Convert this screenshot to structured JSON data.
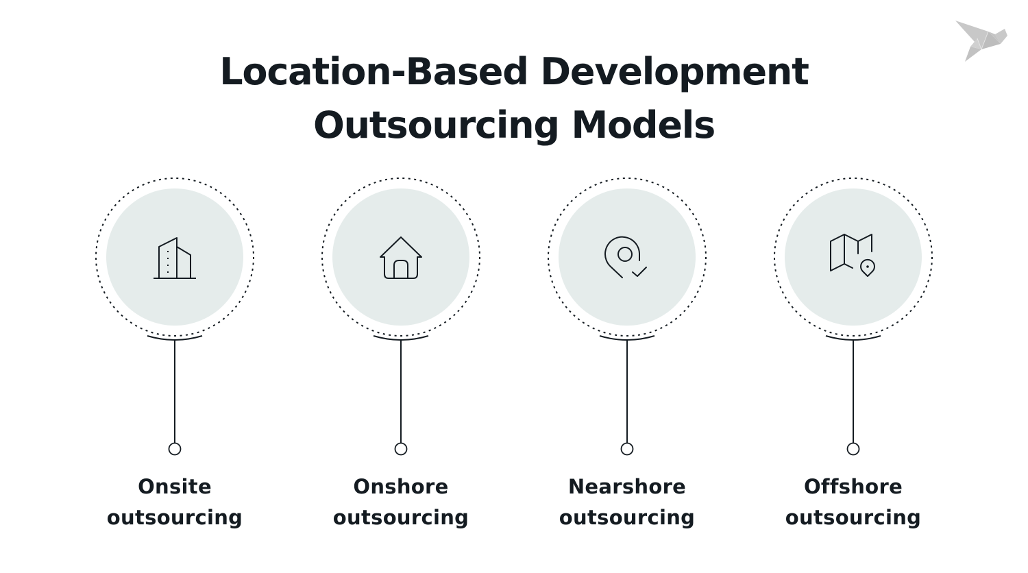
{
  "title": {
    "line1": "Location-Based Development",
    "line2": "Outsourcing Models"
  },
  "logo": {
    "icon": "origami-bird-icon",
    "color": "#c4c4c4"
  },
  "colors": {
    "text": "#141b21",
    "disk_fill": "#e5eceb",
    "stroke": "#141b21",
    "background": "#ffffff"
  },
  "models": [
    {
      "icon": "office-building-icon",
      "label_line1": "Onsite",
      "label_line2": "outsourcing"
    },
    {
      "icon": "house-icon",
      "label_line1": "Onshore",
      "label_line2": "outsourcing"
    },
    {
      "icon": "location-pin-check-icon",
      "label_line1": "Nearshore",
      "label_line2": "outsourcing"
    },
    {
      "icon": "map-pin-icon",
      "label_line1": "Offshore",
      "label_line2": "outsourcing"
    }
  ]
}
